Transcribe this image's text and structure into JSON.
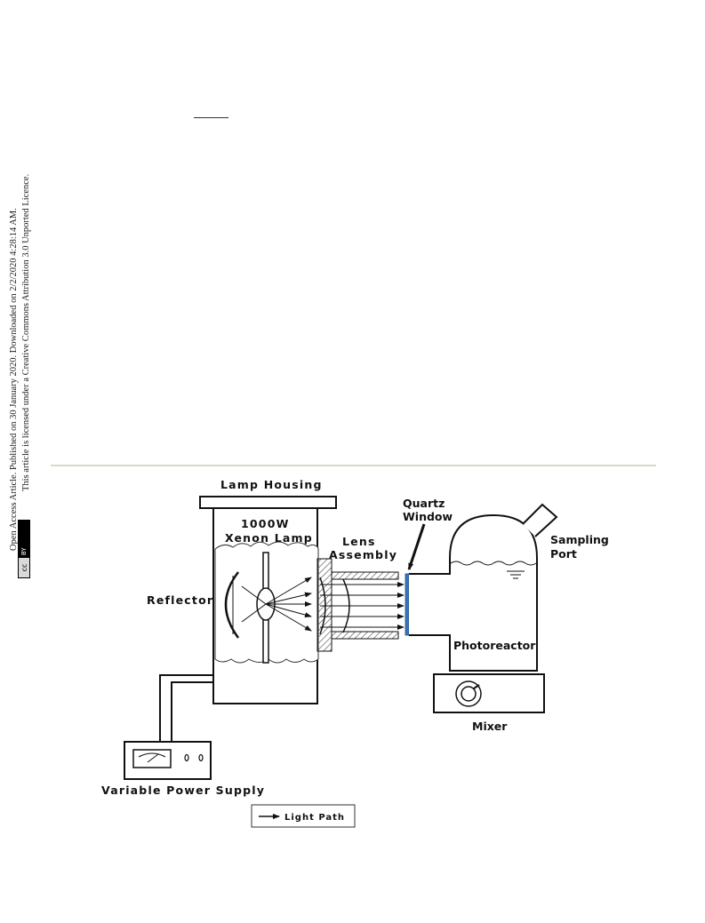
{
  "sidebar": {
    "line1": "Open Access Article. Published on 30 January 2020. Downloaded on 2/2/2020 4:28:14 AM.",
    "line2": "This article is licensed under a Creative Commons Attribution 3.0 Unported Licence.",
    "cc_badge": {
      "left": "cc",
      "right": "BY"
    }
  },
  "diagram": {
    "lamp_housing": "Lamp Housing",
    "lamp_line1": "1000W",
    "lamp_line2": "Xenon Lamp",
    "lens_line1": "Lens",
    "lens_line2": "Assembly",
    "quartz_line1": "Quartz",
    "quartz_line2": "Window",
    "sampling_line1": "Sampling",
    "sampling_line2": "Port",
    "reflector": "Reflector",
    "photoreactor": "Photoreactor",
    "mixer": "Mixer",
    "power_supply": "Variable Power Supply",
    "legend": "Light Path"
  },
  "colors": {
    "quartz_window": "#3a73b8",
    "line": "#111111",
    "hatch": "#555555"
  }
}
